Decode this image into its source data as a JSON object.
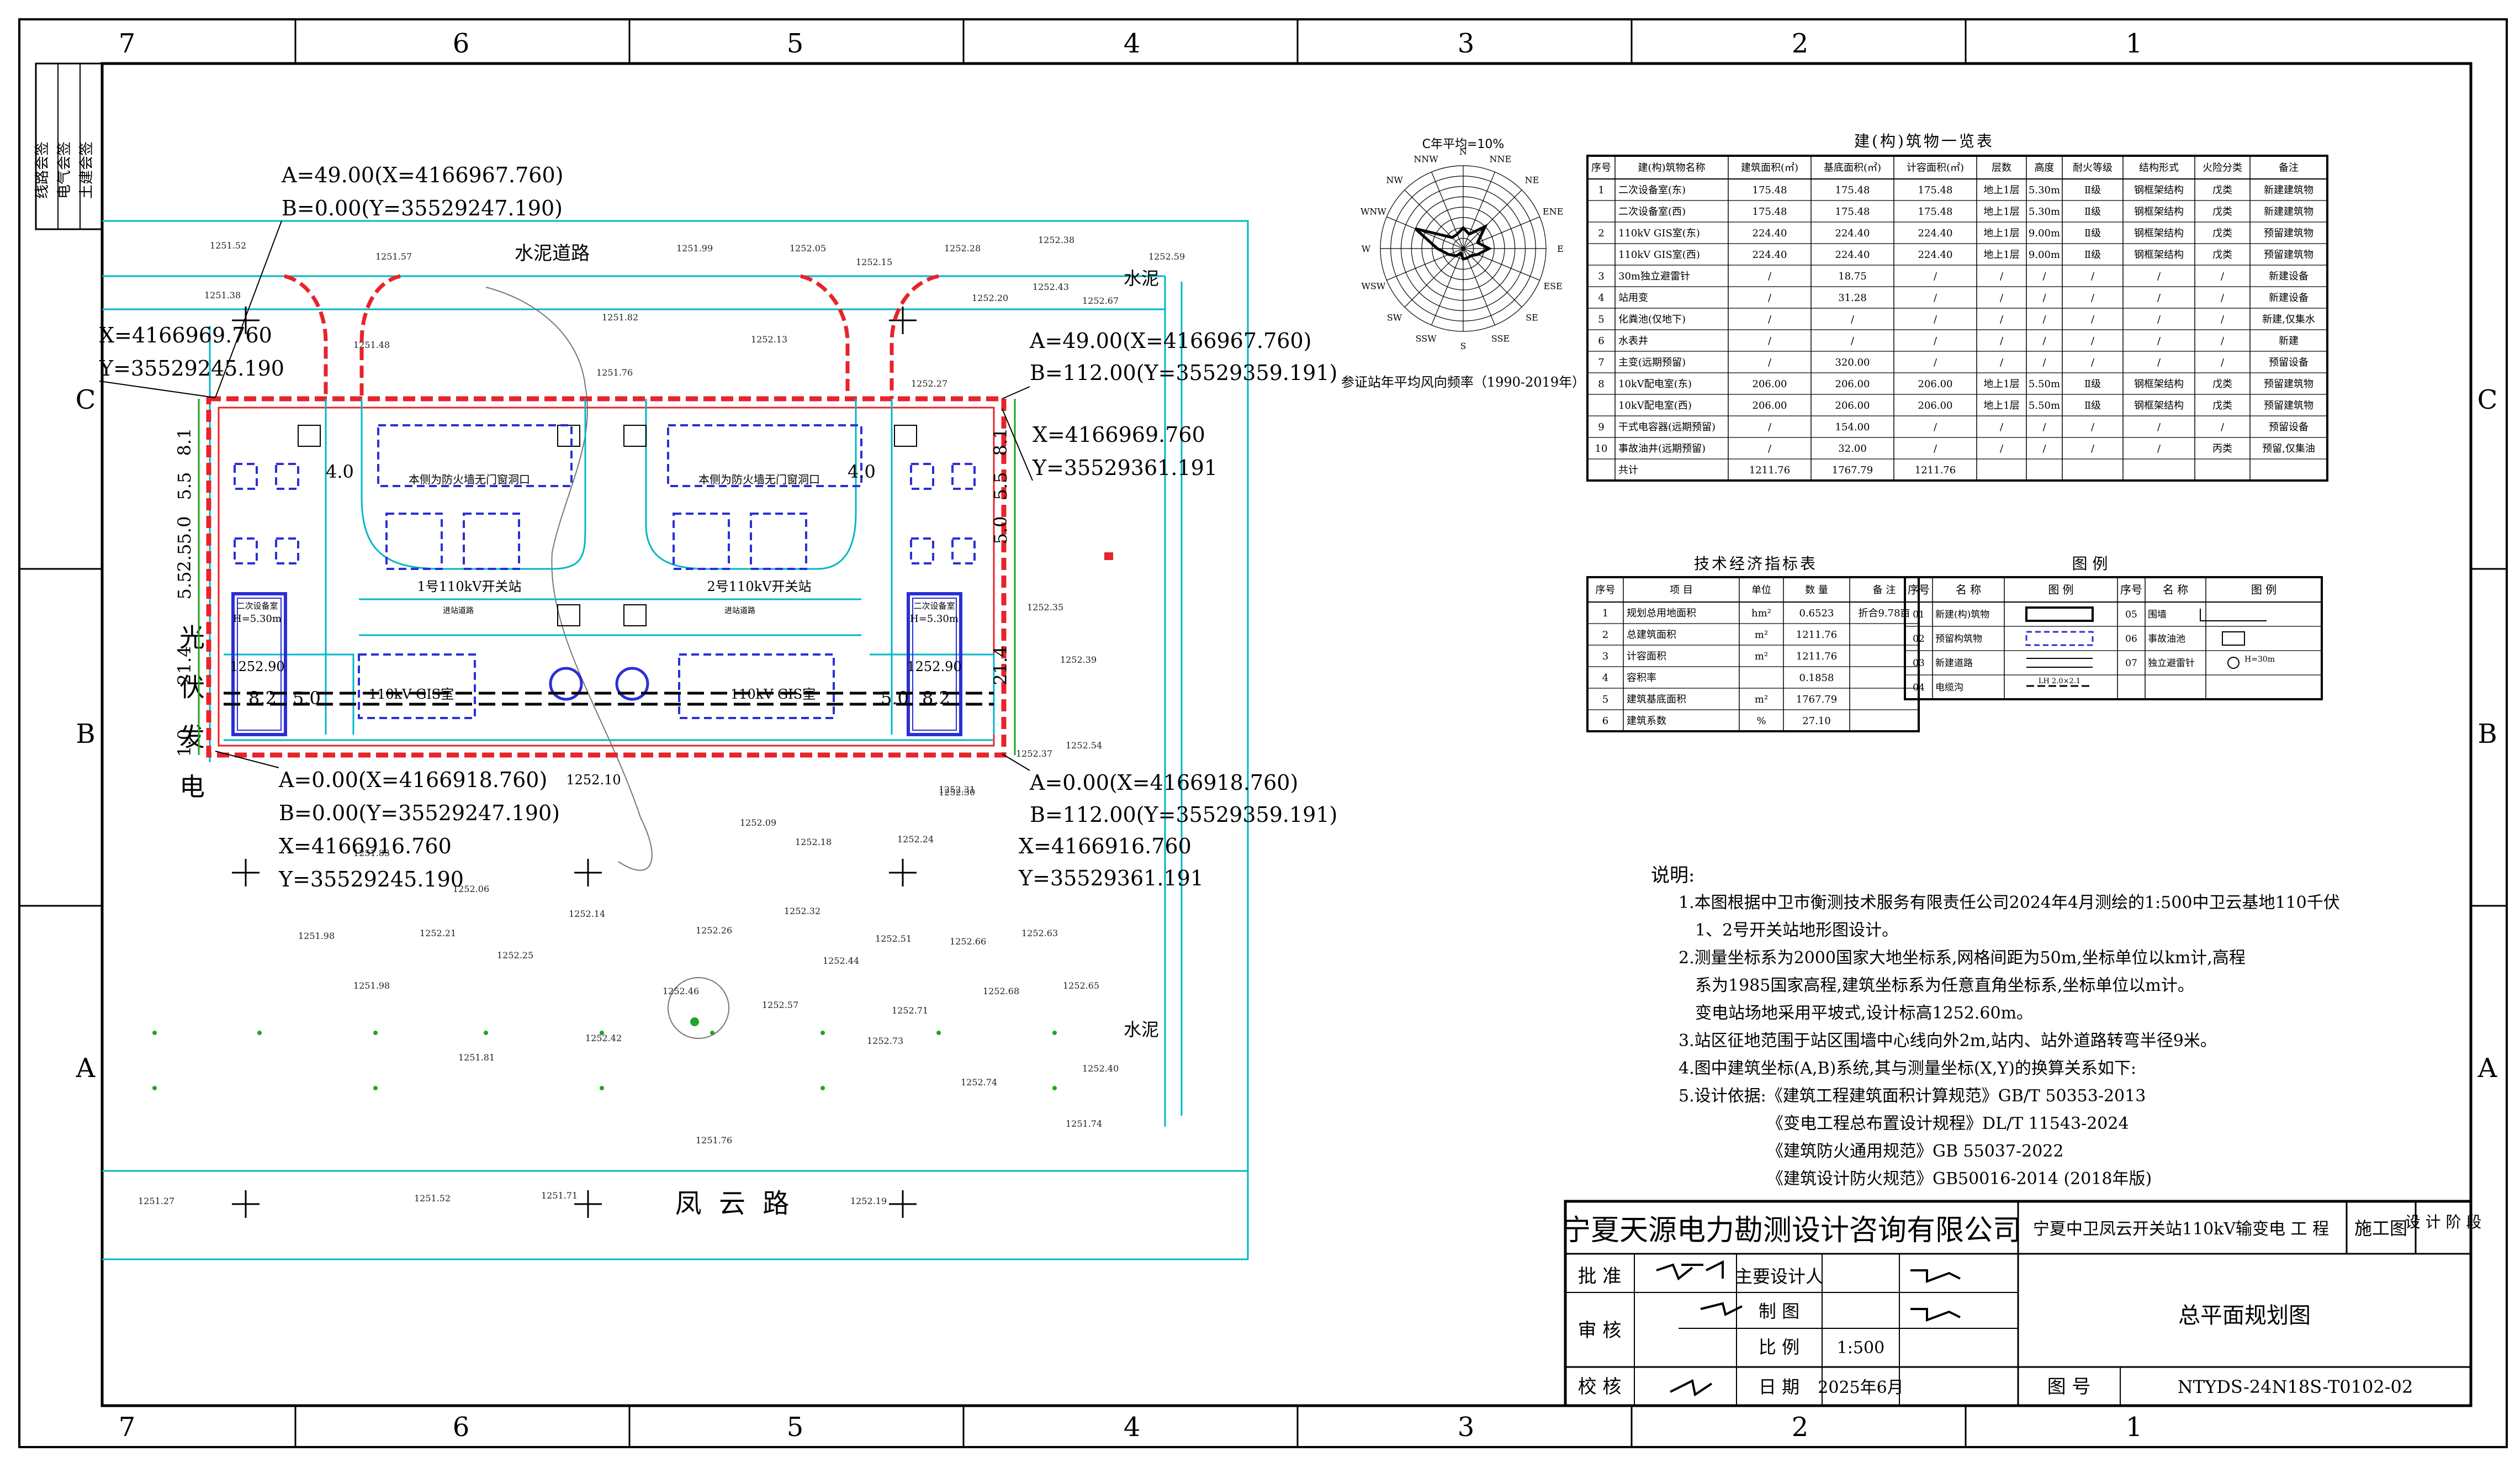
{
  "border": {
    "columns": [
      "7",
      "6",
      "5",
      "4",
      "3",
      "2",
      "1"
    ],
    "rows": [
      "C",
      "B",
      "A"
    ],
    "margin_stack": [
      "线路会签",
      "电气会签",
      "土建会签"
    ]
  },
  "site": {
    "road_top": "水泥道路",
    "road_bottom": "凤 云 路",
    "cement_labels": [
      "水泥",
      "水泥"
    ],
    "pv_label": "光伏发电",
    "station_1": "1号110kV开关站",
    "station_2": "2号110kV开关站",
    "gis_1": "110kV GIS室",
    "gis_2": "110kV GIS室",
    "firewall_1": "本侧为防火墙无门窗洞口",
    "firewall_2": "本侧为防火墙无门窗洞口",
    "equip_room": "二次设备室",
    "equip_height": "H=5.30m",
    "level_left": "1252.90",
    "level_right": "1252.90",
    "level_center": "1252.10",
    "inner_road": "进站道路",
    "dims": [
      "8.1",
      "5.5",
      "5.0",
      "2.5",
      "5.5",
      "21.4",
      "8.2",
      "4.0",
      "5.0",
      "1.0"
    ],
    "spot_elevations": [
      "1251.52",
      "1251.57",
      "1251.76",
      "1252.05",
      "1252.15",
      "1252.28",
      "1252.38",
      "1251.38",
      "1251.48",
      "1251.82",
      "1251.99",
      "1252.13",
      "1252.20",
      "1252.43",
      "1252.59",
      "1252.67",
      "1252.09",
      "1252.27",
      "1252.31",
      "1252.54",
      "1252.35",
      "1252.39",
      "1252.37",
      "1252.30",
      "1252.24",
      "1252.18",
      "1252.32",
      "1252.14",
      "1252.06",
      "1251.98",
      "1252.21",
      "1252.25",
      "1252.26",
      "1252.44",
      "1252.51",
      "1252.63",
      "1252.66",
      "1252.68",
      "1252.65",
      "1252.71",
      "1252.73",
      "1252.74",
      "1251.83",
      "1251.98",
      "1252.46",
      "1252.42",
      "1252.57",
      "1251.81",
      "1251.27",
      "1251.52",
      "1251.71",
      "1251.76",
      "1252.19",
      "1252.40",
      "1251.74"
    ]
  },
  "coords": {
    "tl_a": "A=49.00(X=4166967.760)",
    "tl_b": "B=0.00(Y=35529247.190)",
    "tl_x": "X=4166969.760",
    "tl_y": "Y=35529245.190",
    "tr_a": "A=49.00(X=4166967.760)",
    "tr_b": "B=112.00(Y=35529359.191)",
    "tr_x": "X=4166969.760",
    "tr_y": "Y=35529361.191",
    "bl_a": "A=0.00(X=4166918.760)",
    "bl_b": "B=0.00(Y=35529247.190)",
    "bl_x": "X=4166916.760",
    "bl_y": "Y=35529245.190",
    "br_a": "A=0.00(X=4166918.760)",
    "br_b": "B=112.00(Y=35529359.191)",
    "br_x": "X=4166916.760",
    "br_y": "Y=35529361.191"
  },
  "wind_rose": {
    "title": "C年平均=10%",
    "caption": "参证站年平均风向频率（1990-2019年）",
    "directions": [
      "N",
      "NNE",
      "NE",
      "ENE",
      "E",
      "ESE",
      "SE",
      "SSE",
      "S",
      "SSW",
      "SW",
      "WSW",
      "W",
      "WNW",
      "NW",
      "NNW"
    ],
    "frequencies": [
      4,
      3,
      6,
      3,
      5,
      3,
      2,
      2,
      2,
      1,
      2,
      3,
      5,
      10,
      3,
      3
    ]
  },
  "building_table": {
    "title": "建(构)筑物一览表",
    "headers": [
      "序号",
      "建(构)筑物名称",
      "建筑面积(㎡)",
      "基底面积(㎡)",
      "计容面积(㎡)",
      "层数",
      "高度",
      "耐火等级",
      "结构形式",
      "火险分类",
      "备注"
    ],
    "rows": [
      [
        "1",
        "二次设备室(东)",
        "175.48",
        "175.48",
        "175.48",
        "地上1层",
        "5.30m",
        "Ⅱ级",
        "钢框架结构",
        "戊类",
        "新建建筑物"
      ],
      [
        "",
        "二次设备室(西)",
        "175.48",
        "175.48",
        "175.48",
        "地上1层",
        "5.30m",
        "Ⅱ级",
        "钢框架结构",
        "戊类",
        "新建建筑物"
      ],
      [
        "2",
        "110kV GIS室(东)",
        "224.40",
        "224.40",
        "224.40",
        "地上1层",
        "9.00m",
        "Ⅱ级",
        "钢框架结构",
        "戊类",
        "预留建筑物"
      ],
      [
        "",
        "110kV GIS室(西)",
        "224.40",
        "224.40",
        "224.40",
        "地上1层",
        "9.00m",
        "Ⅱ级",
        "钢框架结构",
        "戊类",
        "预留建筑物"
      ],
      [
        "3",
        "30m独立避雷针",
        "/",
        "18.75",
        "/",
        "/",
        "/",
        "/",
        "/",
        "/",
        "新建设备"
      ],
      [
        "4",
        "站用变",
        "/",
        "31.28",
        "/",
        "/",
        "/",
        "/",
        "/",
        "/",
        "新建设备"
      ],
      [
        "5",
        "化粪池(仅地下)",
        "/",
        "/",
        "/",
        "/",
        "/",
        "/",
        "/",
        "/",
        "新建,仅集水"
      ],
      [
        "6",
        "水表井",
        "/",
        "/",
        "/",
        "/",
        "/",
        "/",
        "/",
        "/",
        "新建"
      ],
      [
        "7",
        "主变(远期预留)",
        "/",
        "320.00",
        "/",
        "/",
        "/",
        "/",
        "/",
        "/",
        "预留设备"
      ],
      [
        "8",
        "10kV配电室(东)",
        "206.00",
        "206.00",
        "206.00",
        "地上1层",
        "5.50m",
        "Ⅱ级",
        "钢框架结构",
        "戊类",
        "预留建筑物"
      ],
      [
        "",
        "10kV配电室(西)",
        "206.00",
        "206.00",
        "206.00",
        "地上1层",
        "5.50m",
        "Ⅱ级",
        "钢框架结构",
        "戊类",
        "预留建筑物"
      ],
      [
        "9",
        "干式电容器(远期预留)",
        "/",
        "154.00",
        "/",
        "/",
        "/",
        "/",
        "/",
        "/",
        "预留设备"
      ],
      [
        "10",
        "事故油井(远期预留)",
        "/",
        "32.00",
        "/",
        "/",
        "/",
        "/",
        "/",
        "丙类",
        "预留,仅集油"
      ],
      [
        "",
        "共计",
        "1211.76",
        "1767.79",
        "1211.76",
        "",
        "",
        "",
        "",
        "",
        ""
      ]
    ]
  },
  "tech_table": {
    "title": "技术经济指标表",
    "headers": [
      "序号",
      "项  目",
      "单位",
      "数  量",
      "备  注"
    ],
    "rows": [
      [
        "1",
        "规划总用地面积",
        "hm²",
        "0.6523",
        "折合9.78亩"
      ],
      [
        "2",
        "总建筑面积",
        "m²",
        "1211.76",
        ""
      ],
      [
        "3",
        "计容面积",
        "m²",
        "1211.76",
        ""
      ],
      [
        "4",
        "容积率",
        "",
        "0.1858",
        ""
      ],
      [
        "5",
        "建筑基底面积",
        "m²",
        "1767.79",
        ""
      ],
      [
        "6",
        "建筑系数",
        "%",
        "27.10",
        ""
      ]
    ]
  },
  "legend": {
    "title": "图  例",
    "headers": [
      "序号",
      "名  称",
      "图  例",
      "序号",
      "名  称",
      "图  例"
    ],
    "rows": [
      [
        "01",
        "新建(构)筑物",
        "05",
        "围墙"
      ],
      [
        "02",
        "预留构筑物",
        "06",
        "事故油池"
      ],
      [
        "03",
        "新建道路",
        "07",
        "独立避雷针"
      ],
      [
        "04",
        "电缆沟",
        "",
        ""
      ]
    ],
    "lightning_text": "H=30m",
    "cable_text": "LH 2.0×2.1"
  },
  "notes": {
    "header": "说明:",
    "lines": [
      "1.本图根据中卫市衡测技术服务有限责任公司2024年4月测绘的1:500中卫云基地110千伏",
      "1、2号开关站地形图设计。",
      "2.测量坐标系为2000国家大地坐标系,网格间距为50m,坐标单位以km计,高程",
      "系为1985国家高程,建筑坐标系为任意直角坐标系,坐标单位以m计。",
      "变电站场地采用平坡式,设计标高1252.60m。",
      "3.站区征地范围于站区围墙中心线向外2m,站内、站外道路转弯半径9米。",
      "4.图中建筑坐标(A,B)系统,其与测量坐标(X,Y)的换算关系如下:",
      "5.设计依据:《建筑工程建筑面积计算规范》GB/T 50353-2013"
    ],
    "standards": [
      "《变电工程总布置设计规程》DL/T 11543-2024",
      "《建筑防火通用规范》GB 55037-2022",
      "《建筑设计防火规范》GB50016-2014 (2018年版)"
    ]
  },
  "title_block": {
    "company": "宁夏天源电力勘测设计咨询有限公司",
    "project": "宁夏中卫凤云开关站110kV输变电  工 程",
    "stage_value": "施工图",
    "stage_label": "设 计 阶 段",
    "approve": "批  准",
    "review": "审  核",
    "check": "校  核",
    "chief": "主要设计人",
    "drawn": "制  图",
    "scale_label": "比  例",
    "scale": "1:500",
    "date_label": "日  期",
    "date": "2025年6月",
    "drawing_name": "总平面规划图",
    "drawing_no_label": "图  号",
    "drawing_no": "NTYDS-24N18S-T0102-02"
  }
}
